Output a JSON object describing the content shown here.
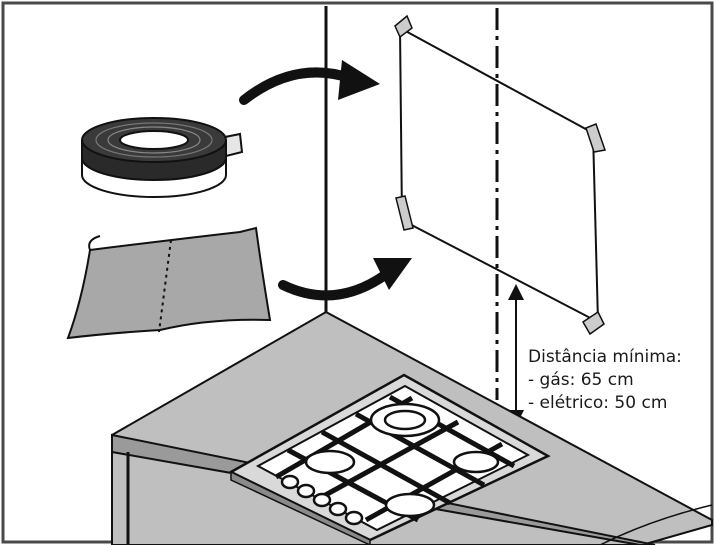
{
  "annotation": {
    "title": "Distância mínima:",
    "lines": [
      "- gás: 65 cm",
      "- elétrico: 50 cm"
    ]
  },
  "colors": {
    "frame": "#4a4a4a",
    "stroke": "#111111",
    "counter_top": "#bfbfbf",
    "counter_front": "#9a9a9a",
    "hob": "#d9d9d9",
    "paper": "#a8a8a8"
  },
  "icons": [
    "adhesive-tape-roll-icon",
    "protective-sheet-icon",
    "arrow-icon",
    "gas-hob-icon"
  ]
}
